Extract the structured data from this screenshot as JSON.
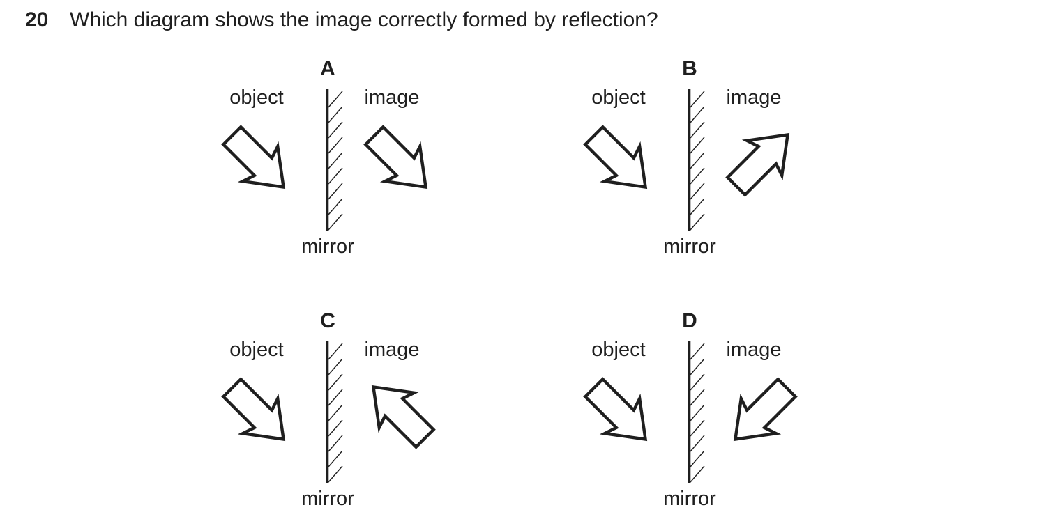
{
  "page": {
    "background_color": "#ffffff",
    "ink_color": "#1f1f1f"
  },
  "question": {
    "number": "20",
    "text": "Which diagram shows the image correctly formed by reflection?"
  },
  "diagrams": [
    {
      "letter": "A",
      "object_label": "object",
      "image_label": "image",
      "mirror_label": "mirror",
      "object_arrow_direction": "down-right",
      "image_arrow_direction": "down-right"
    },
    {
      "letter": "B",
      "object_label": "object",
      "image_label": "image",
      "mirror_label": "mirror",
      "object_arrow_direction": "down-right",
      "image_arrow_direction": "up-right"
    },
    {
      "letter": "C",
      "object_label": "object",
      "image_label": "image",
      "mirror_label": "mirror",
      "object_arrow_direction": "down-right",
      "image_arrow_direction": "up-left"
    },
    {
      "letter": "D",
      "object_label": "object",
      "image_label": "image",
      "mirror_label": "mirror",
      "object_arrow_direction": "down-right",
      "image_arrow_direction": "down-left"
    }
  ]
}
